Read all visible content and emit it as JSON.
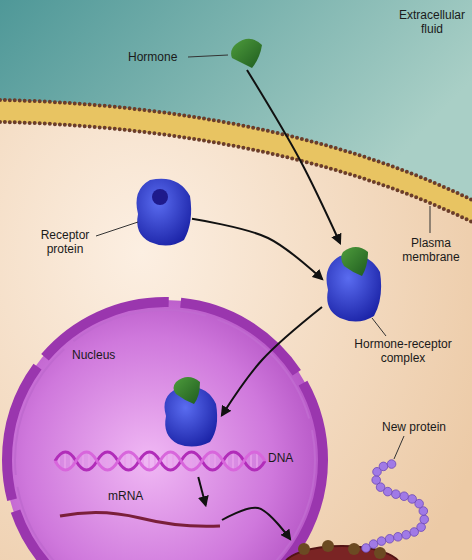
{
  "diagram": {
    "nodes": [
      {
        "text": [
          "Hormone"
        ]
      },
      {
        "text": [
          "Receptor protein"
        ]
      },
      {
        "text": [
          "Hormone-receptor complex"
        ]
      },
      {
        "text": [
          "Nucleus"
        ]
      },
      {
        "text": [
          "DNA"
        ],
        "in": 3
      },
      {
        "text": [
          "mRNA"
        ],
        "in": 3
      },
      {
        "text": [
          "New protein"
        ]
      }
    ],
    "edges": [
      {
        "from": 0,
        "to": 2,
        "arrow": "to"
      },
      {
        "from": 1,
        "to": 2,
        "arrow": "to"
      },
      {
        "from": 2,
        "to": 3,
        "arrow": "to"
      },
      {
        "from": 4,
        "to": 5,
        "arrow": "to"
      },
      {
        "from": 5,
        "to": 6,
        "arrow": "to"
      }
    ],
    "labels": [
      "Extracellular fluid",
      "Plasma membrane"
    ]
  }
}
